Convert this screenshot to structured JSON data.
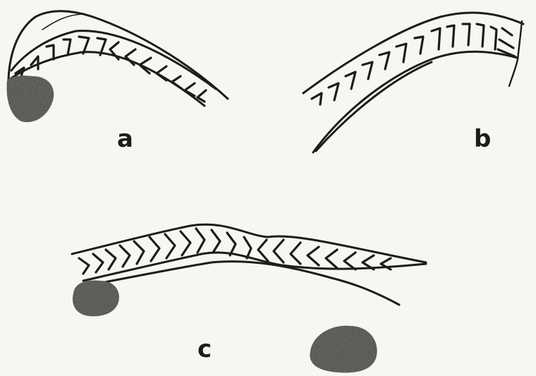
{
  "figure": {
    "panels": [
      {
        "id": "a",
        "label": "a"
      },
      {
        "id": "b",
        "label": "b"
      },
      {
        "id": "c",
        "label": "c"
      }
    ],
    "colors": {
      "ink": "#1c1c1a",
      "paper": "#f6f6f2",
      "blob": "#2a2a28"
    }
  }
}
